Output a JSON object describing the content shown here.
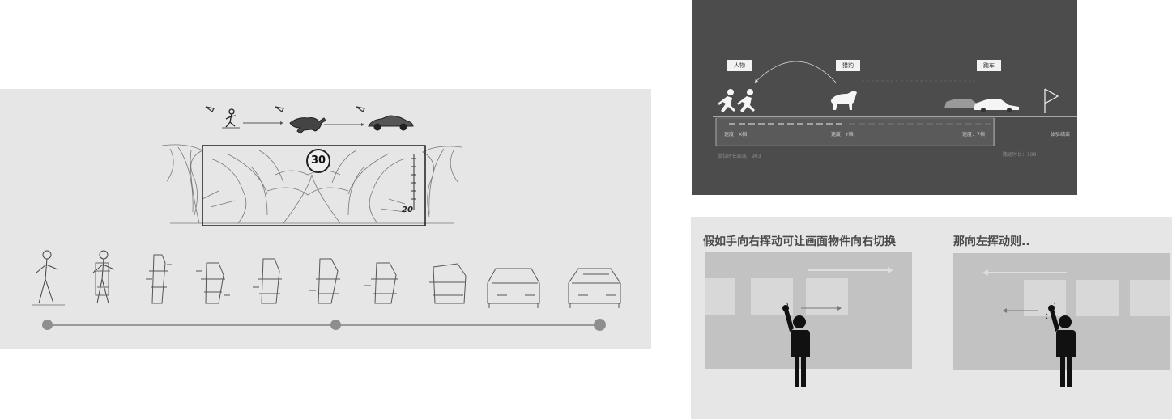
{
  "storyboard": {
    "speed_badge": "30",
    "speed_small": "20",
    "frames": [
      {
        "icon": "runner-sketch-icon"
      },
      {
        "icon": "runner-transform-sketch-icon"
      },
      {
        "icon": "morph-sketch-icon"
      },
      {
        "icon": "morph-sketch-icon"
      },
      {
        "icon": "morph-sketch-icon"
      },
      {
        "icon": "morph-sketch-icon"
      },
      {
        "icon": "morph-sketch-icon"
      },
      {
        "icon": "morph-sketch-icon"
      },
      {
        "icon": "car-sketch-icon"
      },
      {
        "icon": "car-sketch-icon"
      }
    ]
  },
  "diagram": {
    "labels": {
      "person": "人物",
      "leopard": "猎豹",
      "car": "跑车"
    },
    "segments": {
      "s1": "速度：X档",
      "s2": "速度：Y档",
      "s3": "速度：7档"
    },
    "end_label": "体验结束",
    "footer_left": "单位时长距离：903",
    "footer_right": "路途时长：108"
  },
  "gesture": {
    "title_right_swipe": "假如手向右挥动可让画面物件向右切换",
    "title_left_swipe": "那向左挥动则.."
  },
  "colors": {
    "dark_bg": "#4c4c4c",
    "panel_bg": "#e6e6e6",
    "screen": "#c2c2c2"
  }
}
